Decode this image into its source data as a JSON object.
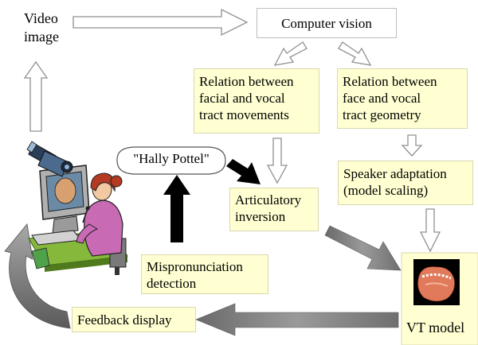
{
  "labels": {
    "video_image": "Video\nimage",
    "computer_vision": "Computer vision",
    "relation_facial_vocal": "Relation between\nfacial and vocal\ntract movements",
    "relation_face_geometry": "Relation between\nface and vocal\ntract geometry",
    "speaker_adaptation": "Speaker adaptation\n(model scaling)",
    "hally_pottel": "\"Hally Pottel\"",
    "articulatory_inversion": "Articulatory\ninversion",
    "mispronunciation_detection": "Mispronunciation\ndetection",
    "feedback_display": "Feedback display",
    "vt_model": "VT model"
  },
  "colors": {
    "box_fill": "#ffffd2",
    "box_border": "#d8d8b0",
    "arrow_gray": "#7f7f7f",
    "arrow_black": "#000000",
    "outline_gray": "#909090"
  }
}
